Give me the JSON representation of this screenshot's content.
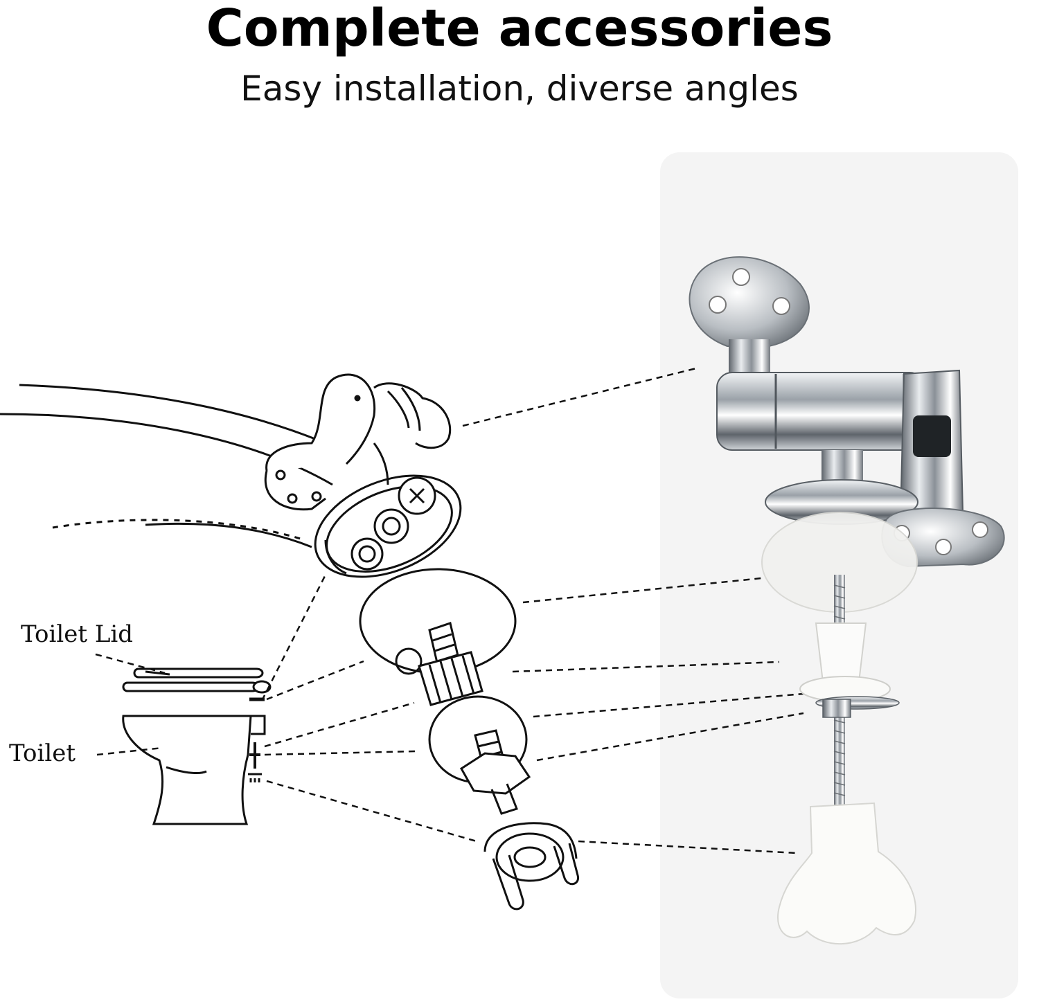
{
  "header": {
    "title": "Complete accessories",
    "subtitle": "Easy installation, diverse angles"
  },
  "labels": {
    "toilet_lid": "Toilet Lid",
    "toilet": "Toilet"
  },
  "colors": {
    "ink": "#111111",
    "panel": "#f4f4f4",
    "chrome_dark": "#6f757c",
    "chrome_light": "#e8ebee",
    "plastic": "#f7f7f5"
  }
}
